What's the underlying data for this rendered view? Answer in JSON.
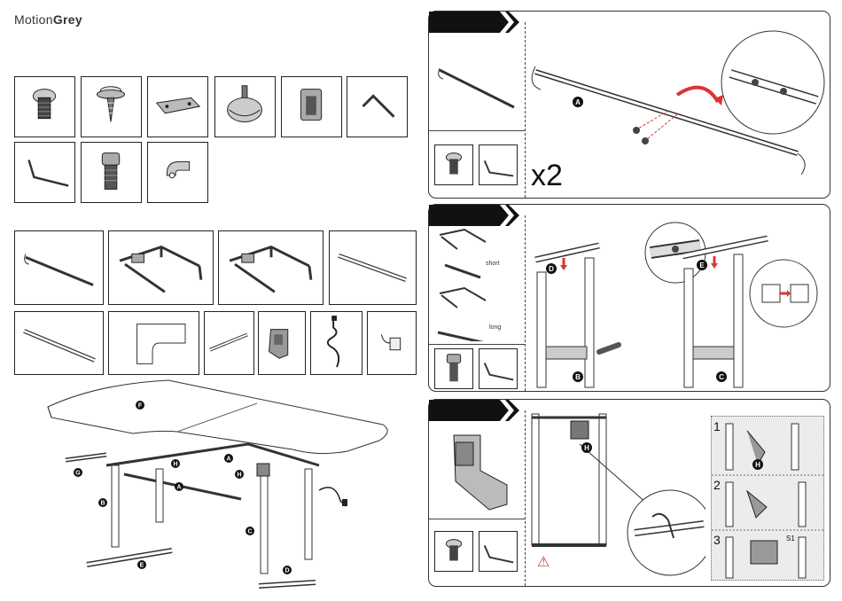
{
  "brand": {
    "prefix": "Motion",
    "suffix": "Grey"
  },
  "parts": {
    "hardware": [
      {
        "name": "button-head-bolt-icon"
      },
      {
        "name": "flange-screw-icon"
      },
      {
        "name": "mounting-plate-icon"
      },
      {
        "name": "leveling-foot-icon"
      },
      {
        "name": "cable-clip-icon"
      },
      {
        "name": "allen-key-icon"
      },
      {
        "name": "small-allen-key-icon"
      },
      {
        "name": "socket-cap-bolt-icon"
      },
      {
        "name": "cable-tie-mount-icon"
      }
    ],
    "components": [
      {
        "name": "side-bracket-beam-icon"
      },
      {
        "name": "leg-frame-left-icon"
      },
      {
        "name": "leg-frame-right-icon"
      },
      {
        "name": "crossbar-icon"
      },
      {
        "name": "long-crossbar-icon"
      },
      {
        "name": "l-shaped-desktop-icon"
      },
      {
        "name": "short-bar-icon"
      },
      {
        "name": "control-box-icon"
      },
      {
        "name": "power-cord-icon"
      },
      {
        "name": "adapter-icon"
      }
    ]
  },
  "overview_labels": {
    "F": "F",
    "G": "G",
    "H": "H",
    "A": "A",
    "B": "B",
    "C": "C",
    "D": "D",
    "E": "E"
  },
  "steps": [
    {
      "quantity": "x2",
      "part_label": "A"
    },
    {
      "label_short": "short",
      "label_long": "long",
      "part_d": "D",
      "part_e": "E",
      "part_b": "B",
      "part_c": "C"
    },
    {
      "part_h": "H",
      "warning": "⚠",
      "sub_steps": [
        "1",
        "2",
        "3"
      ],
      "sub_h": "H",
      "switch_label": "S1"
    }
  ]
}
